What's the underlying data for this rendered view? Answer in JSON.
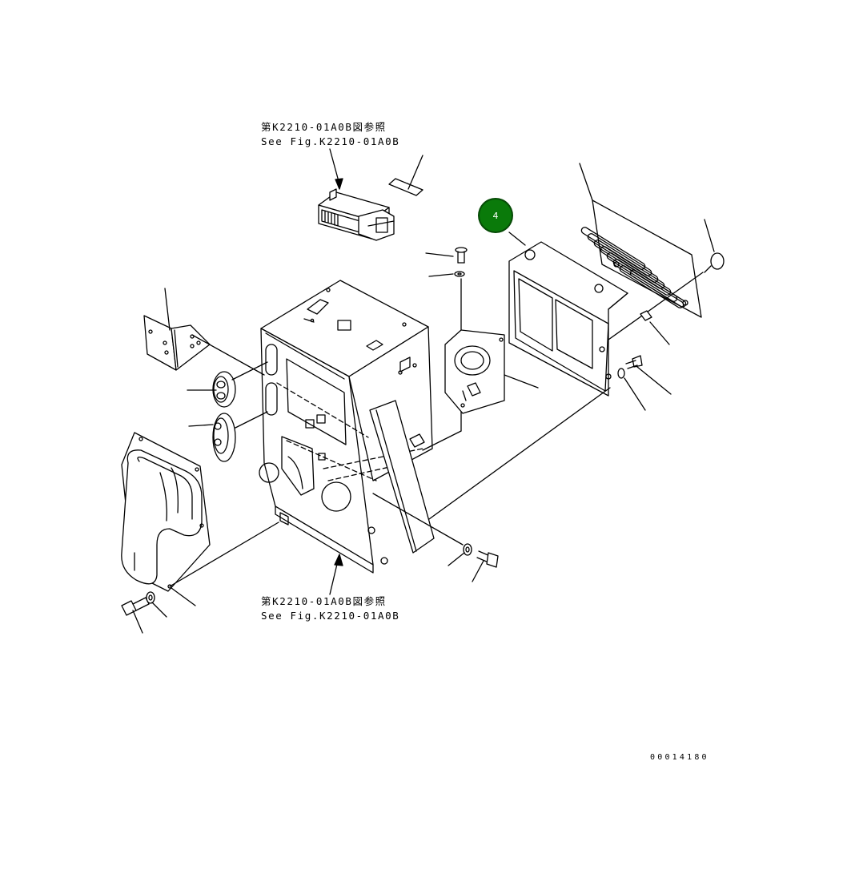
{
  "references": [
    {
      "jp": "第K2210-01A0B図参照",
      "en": "See Fig.K2210-01A0B"
    },
    {
      "jp": "第K2210-01A0B図参照",
      "en": "See Fig.K2210-01A0B"
    }
  ],
  "callout": {
    "label": "4",
    "color": "#0a7a0a"
  },
  "figure_number": "00014180",
  "icons": [
    "frame-icon",
    "cover-icon",
    "grille-icon",
    "bolt-icon",
    "washer-icon",
    "bracket-icon",
    "duct-icon",
    "grommet-icon",
    "box-component-icon",
    "plate-icon"
  ]
}
